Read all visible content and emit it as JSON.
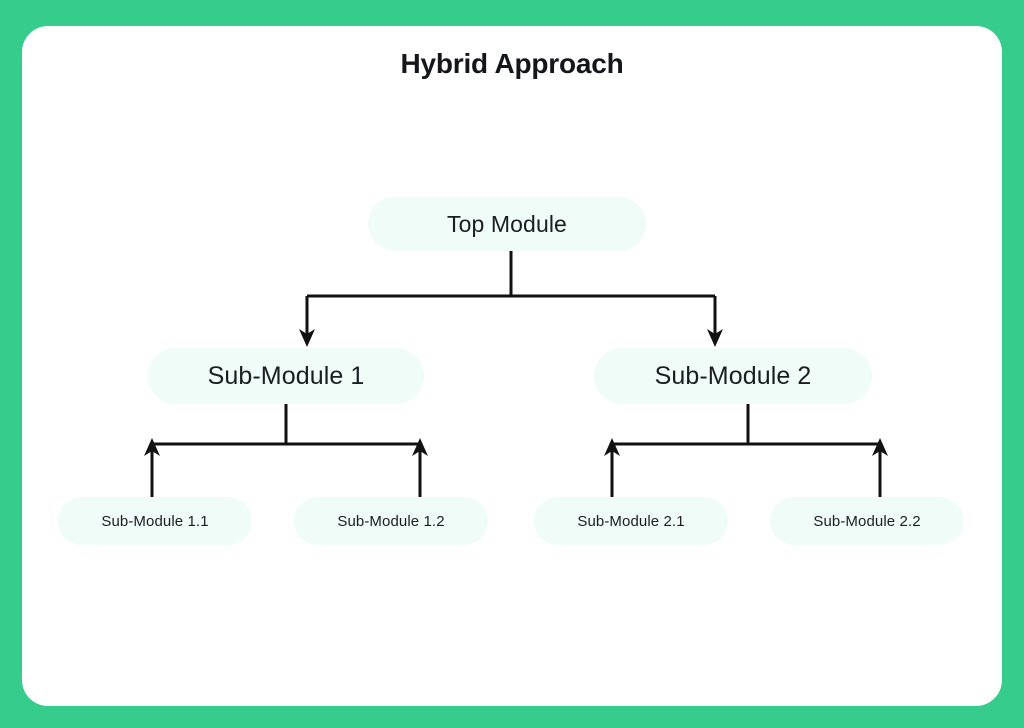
{
  "card": {
    "title": "Hybrid Approach",
    "background_color": "#ffffff",
    "frame_color": "#35cc8c"
  },
  "diagram": {
    "type": "tree",
    "node_fill_color": "#f0fcf8",
    "node_text_color": "#1b1d23",
    "connector_color": "#111111",
    "nodes": [
      {
        "id": "top",
        "label": "Top Module",
        "level": 0
      },
      {
        "id": "sub1",
        "label": "Sub-Module 1",
        "level": 1
      },
      {
        "id": "sub2",
        "label": "Sub-Module 2",
        "level": 1
      },
      {
        "id": "sub1_1",
        "label": "Sub-Module 1.1",
        "level": 2
      },
      {
        "id": "sub1_2",
        "label": "Sub-Module 1.2",
        "level": 2
      },
      {
        "id": "sub2_1",
        "label": "Sub-Module 2.1",
        "level": 2
      },
      {
        "id": "sub2_2",
        "label": "Sub-Module 2.2",
        "level": 2
      }
    ],
    "edges": [
      {
        "from": "top",
        "to": "sub1",
        "direction": "top-down"
      },
      {
        "from": "top",
        "to": "sub2",
        "direction": "top-down"
      },
      {
        "from": "sub1_1",
        "to": "sub1",
        "direction": "bottom-up"
      },
      {
        "from": "sub1_2",
        "to": "sub1",
        "direction": "bottom-up"
      },
      {
        "from": "sub2_1",
        "to": "sub2",
        "direction": "bottom-up"
      },
      {
        "from": "sub2_2",
        "to": "sub2",
        "direction": "bottom-up"
      }
    ]
  }
}
